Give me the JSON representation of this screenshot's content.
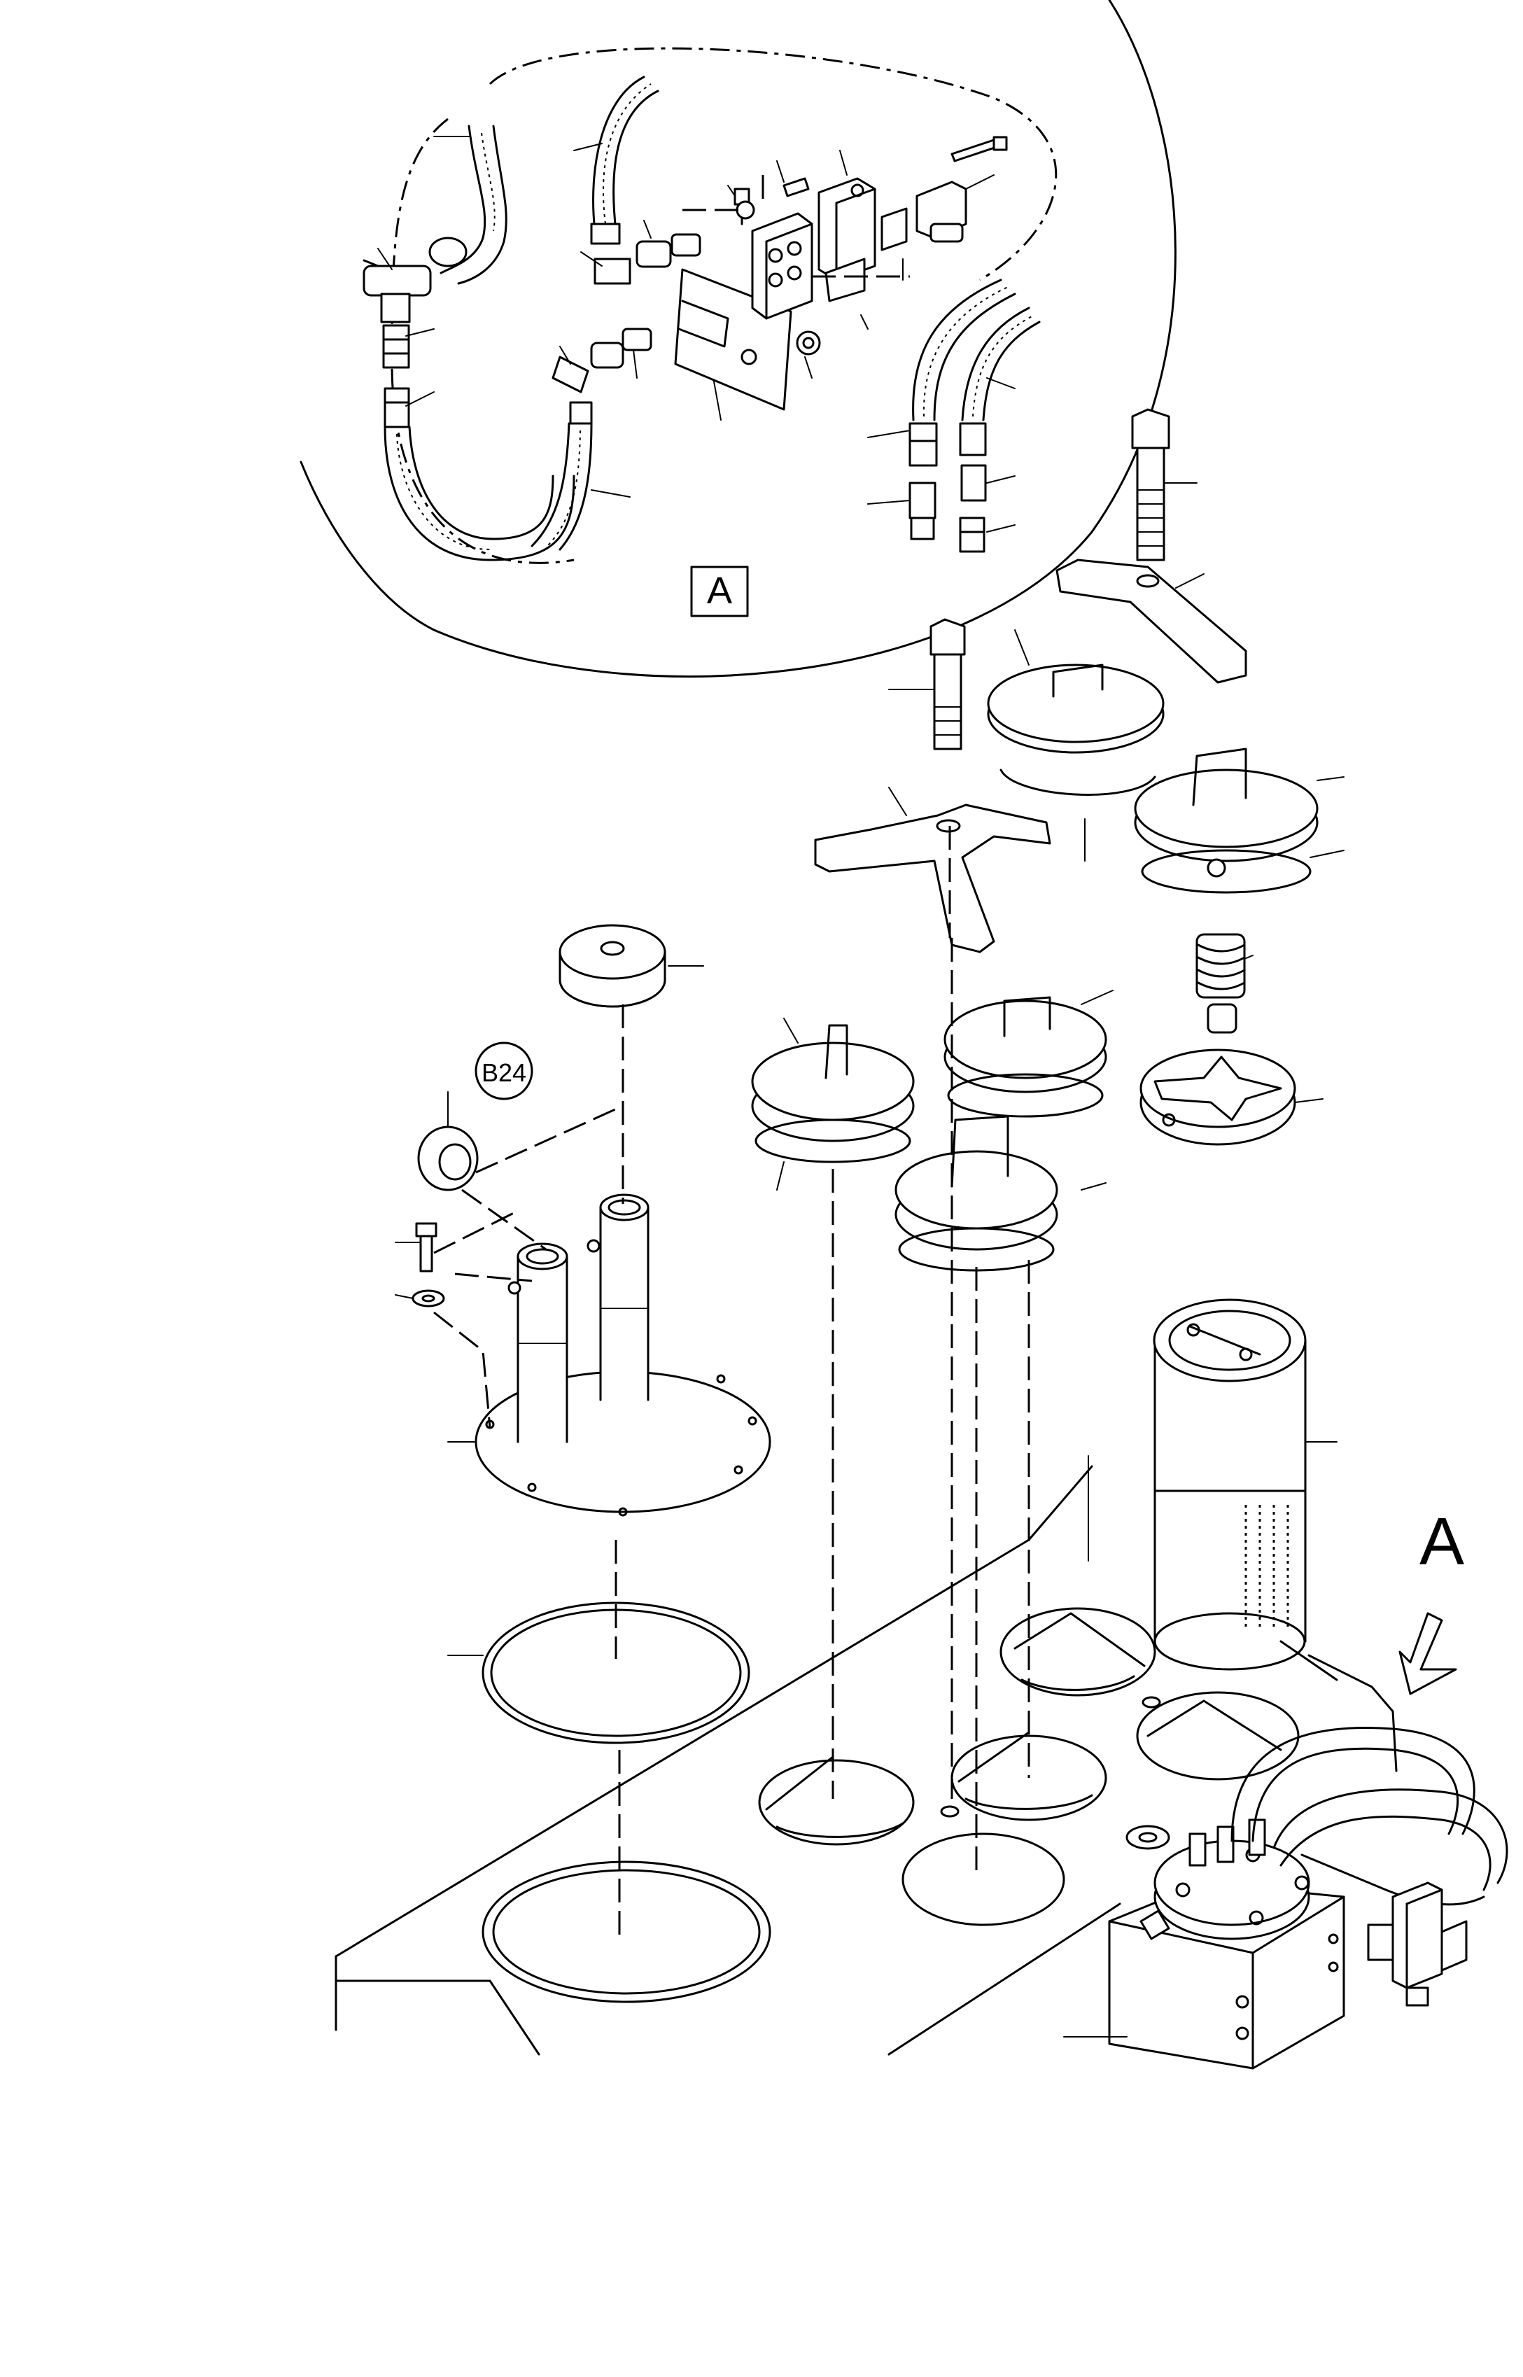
{
  "detail_view": {
    "label": "A"
  },
  "callout_b24": {
    "label": "B24"
  },
  "view_arrow": {
    "label": "A"
  },
  "icons": [
    "arrow-down-icon"
  ]
}
